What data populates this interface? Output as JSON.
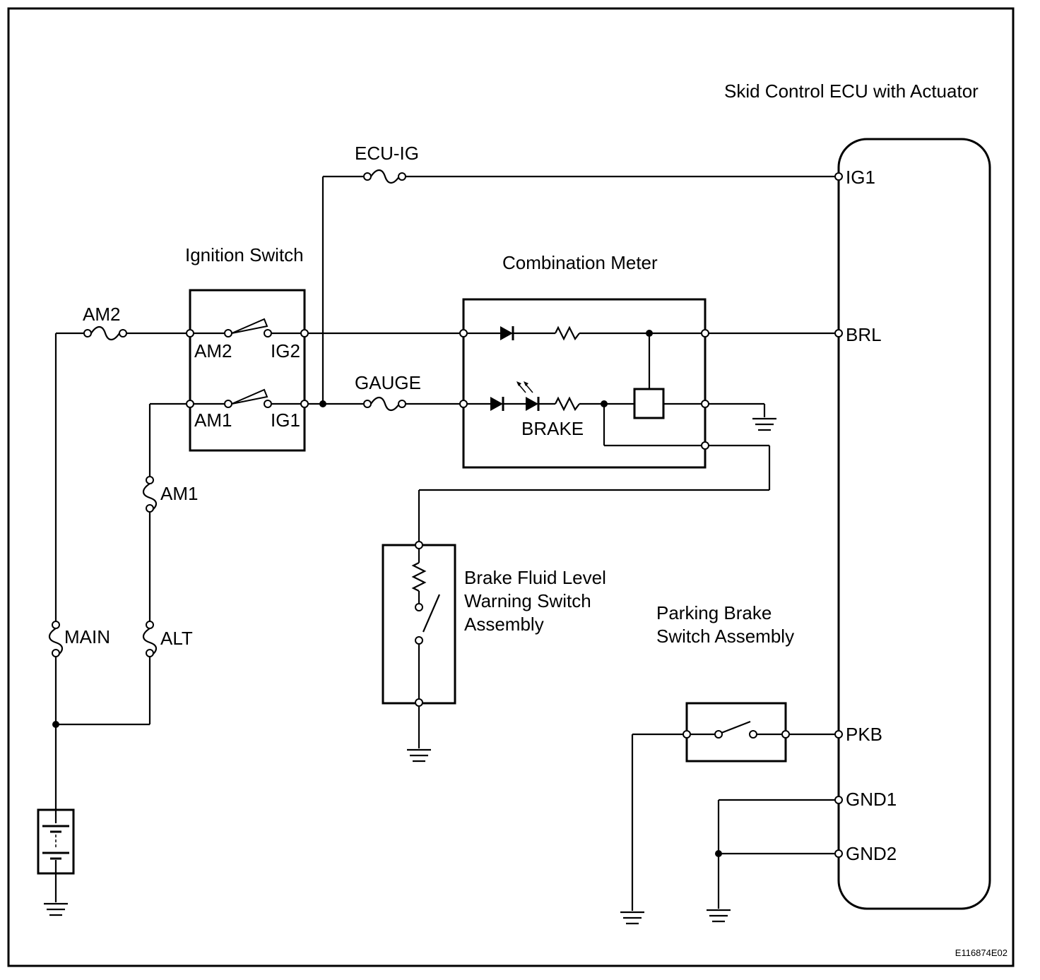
{
  "components": {
    "ecu": {
      "label": "Skid Control ECU with Actuator",
      "pins": {
        "ig1": "IG1",
        "brl": "BRL",
        "pkb": "PKB",
        "gnd1": "GND1",
        "gnd2": "GND2"
      }
    },
    "ignition_switch": {
      "label": "Ignition Switch",
      "terminals": {
        "am2": "AM2",
        "ig2": "IG2",
        "am1": "AM1",
        "ig1": "IG1"
      }
    },
    "combination_meter": {
      "label": "Combination Meter",
      "brake_label": "BRAKE"
    },
    "brake_fluid_switch": {
      "label_lines": [
        "Brake Fluid Level",
        "Warning Switch",
        "Assembly"
      ]
    },
    "parking_brake_switch": {
      "label_lines": [
        "Parking Brake",
        "Switch Assembly"
      ]
    }
  },
  "fuses": {
    "ecu_ig": "ECU-IG",
    "am2": "AM2",
    "gauge": "GAUGE",
    "am1": "AM1",
    "main": "MAIN",
    "alt": "ALT"
  },
  "figure_code": "E116874E02"
}
